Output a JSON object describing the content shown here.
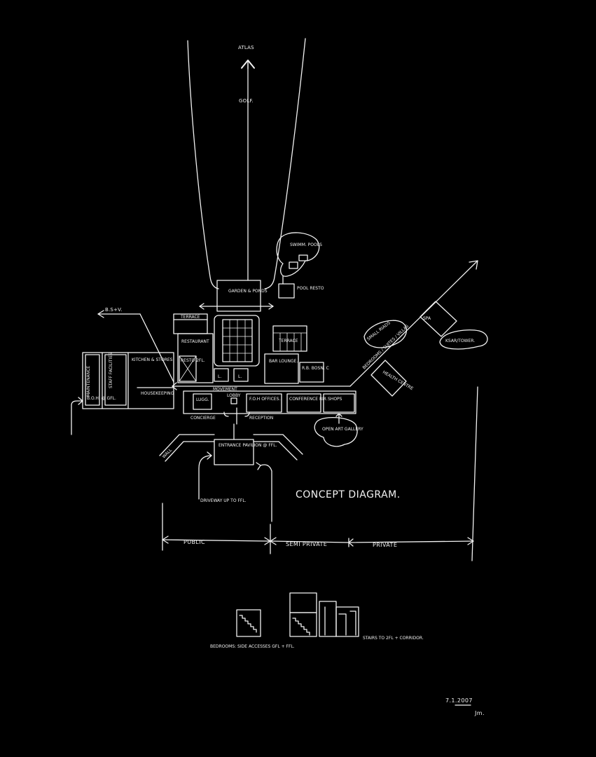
{
  "sheet": {
    "title": "CONCEPT DIAGRAM.",
    "date": "7.1.2007",
    "initials": "Jm."
  },
  "labels": {
    "atlas": "ATLAS",
    "golf": "GOLF.",
    "swimming_pools": "SWIMM. POOLS",
    "pool_resto": "POOL RESTO",
    "garden_ponds": "GARDEN & PONDS",
    "bsv": "B.S+V.",
    "terrace_left": "TERRACE",
    "terrace_right": "TERRACE",
    "restaurant": "RESTAURANT",
    "resto_2fl": "RESTO 2FL.",
    "maintenance": "MAINTENANCE",
    "staff_facilities": "STAFF FACILITIES",
    "kitchen_stores": "KITCHEN & STORES",
    "housekeeping": "HOUSEKEEPING",
    "boh_gfl": "B.O.H. @ GFL.",
    "bar_lounge": "BAR LOUNGE.",
    "rb_bosn": "R.B. BOSN. C",
    "movement": "MOVEMENT",
    "lobby": "LOBBY",
    "lift_1": "L.",
    "lift_2": "L.",
    "lugg": "LUGG.",
    "foh_offices": "F.O.H OFFICES.",
    "conference_rm": "CONFERENCE RM.",
    "shops": "SHOPS",
    "open_art_gallery": "OPEN ART GALLERY",
    "concierge": "CONCIERGE",
    "reception": "RECEPTION",
    "entrance_pavilion": "ENTRANCE PAVILION @ FFL.",
    "wall": "WALL",
    "driveway": "DRIVEWAY UP TO FFL.",
    "small_riads": "SMALL RIADS",
    "bedrooms_suites_villas": "BEDROOMS / SUITES / VILLAS",
    "health_centre": "HEALTH CENTRE",
    "spa": "SPA",
    "ksar_tower": "KSAR/TOWER."
  },
  "zones": {
    "public": "PUBLIC",
    "semi_private": "SEMI PRIVATE",
    "private": "PRIVATE"
  },
  "sections": {
    "caption": "BEDROOMS: SIDE ACCESSES GFL + FFL.",
    "stairs_note": "STAIRS TO 2FL + CORRIDOR."
  }
}
